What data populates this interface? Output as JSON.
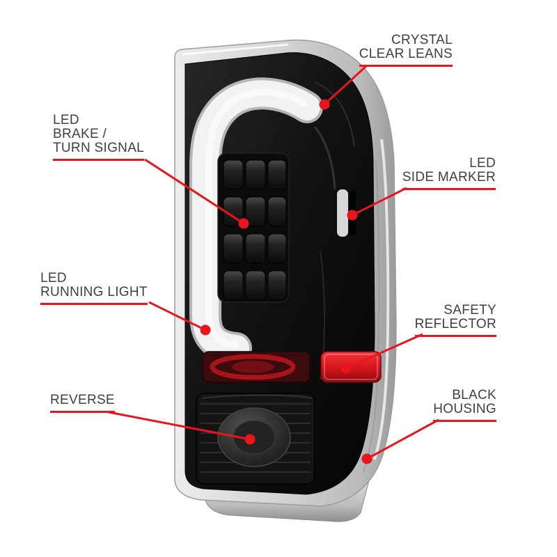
{
  "image": {
    "description": "Annotated feature diagram of an LED tail light assembly",
    "background": "#ffffff"
  },
  "colors": {
    "accent": "#e8151c",
    "text": "#3f3f3f",
    "chrome": "#cfcfcf",
    "housing": "#101010",
    "light-bar": "#f2f2f2",
    "reflector-red": "#d6161c"
  },
  "callouts": {
    "crystal_clear_lens": {
      "side": "right",
      "lines": [
        "CRYSTAL",
        "CLEAR LEANS"
      ]
    },
    "led_brake_turn_signal": {
      "side": "left",
      "lines": [
        "LED",
        "BRAKE /",
        "TURN SIGNAL"
      ]
    },
    "led_side_marker": {
      "side": "right",
      "lines": [
        "LED",
        "SIDE MARKER"
      ]
    },
    "led_running_light": {
      "side": "left",
      "lines": [
        "LED",
        "RUNNING LIGHT"
      ]
    },
    "safety_reflector": {
      "side": "right",
      "lines": [
        "SAFETY",
        "REFLECTOR"
      ]
    },
    "reverse": {
      "side": "left",
      "lines": [
        "REVERSE"
      ]
    },
    "black_housing": {
      "side": "right",
      "lines": [
        "BLACK",
        "HOUSING"
      ]
    }
  }
}
